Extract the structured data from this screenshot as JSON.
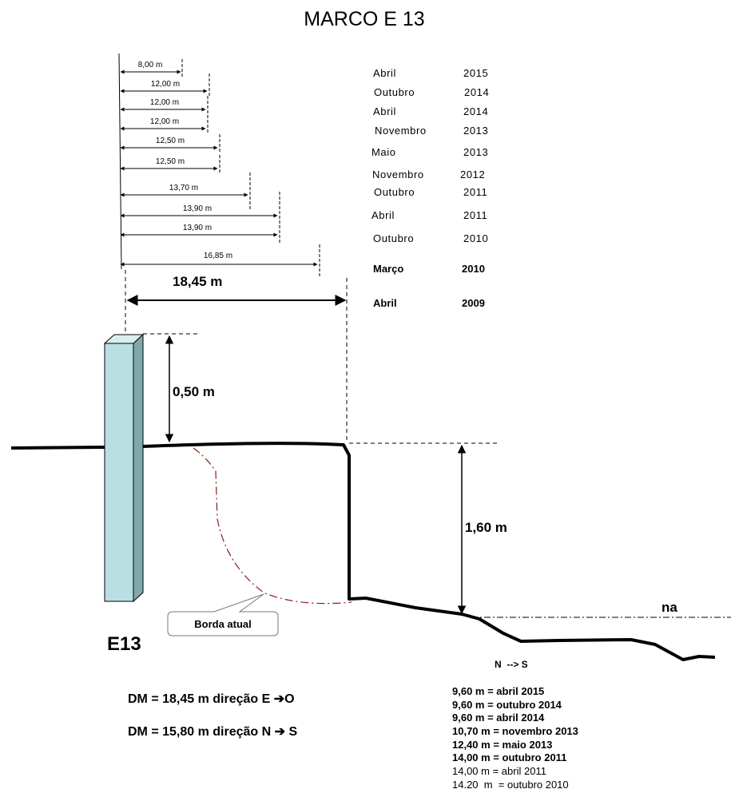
{
  "title": "MARCO E 13",
  "marker_label": "E13",
  "water_level_label": "na",
  "callout_label": "Borda atual",
  "direction_label": "N  --> S",
  "distance_main": "18,45 m",
  "height_marker": "0,50 m",
  "height_bank": "1,60 m",
  "measurements": [
    {
      "distance": "8,00 m",
      "month": "Abril",
      "year": "2015"
    },
    {
      "distance": "12,00 m",
      "month": "Outubro",
      "year": "2014"
    },
    {
      "distance": "12,00 m",
      "month": "Abril",
      "year": "2014"
    },
    {
      "distance": "12,00 m",
      "month": "Novembro",
      "year": "2013"
    },
    {
      "distance": "12,50 m",
      "month": "Maio",
      "year": "2013"
    },
    {
      "distance": "12,50 m",
      "month": "Novembro",
      "year": "2012"
    },
    {
      "distance": "13,70 m",
      "month": "Outubro",
      "year": "2011"
    },
    {
      "distance": "13,90 m",
      "month": "Abril",
      "year": "2011"
    },
    {
      "distance": "13,90 m",
      "month": "Outubro",
      "year": "2010"
    },
    {
      "distance": "16,85 m",
      "month": "Março",
      "year": "2010"
    },
    {
      "distance": "18,45 m",
      "month": "Abril",
      "year": "2009"
    }
  ],
  "dm_lines": [
    "DM = 18,45 m direção E ➔O",
    "DM = 15,80 m direção N ➔ S"
  ],
  "ns_list": [
    "9,60 m = abril 2015",
    "9,60 m = outubro 2014",
    "9,60 m = abril 2014",
    "10,70 m = novembro 2013",
    "12,40 m = maio 2013",
    "14,00 m = outubro 2011",
    "14,00 m = abril 2011",
    "14.20  m  = outubro 2010"
  ],
  "colors": {
    "pillar_front": "#b9dfe3",
    "pillar_side": "#7fa9ad",
    "edge_line": "#8b1a1a",
    "ground": "#000000"
  }
}
